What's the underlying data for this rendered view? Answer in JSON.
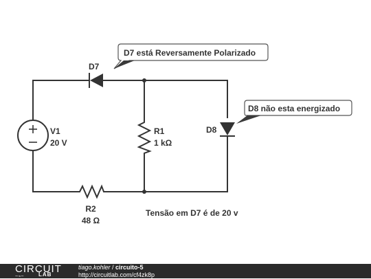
{
  "components": {
    "d7": {
      "name": "D7"
    },
    "d8": {
      "name": "D8"
    },
    "v1": {
      "name": "V1",
      "value": "20 V"
    },
    "r1": {
      "name": "R1",
      "value": "1 kΩ"
    },
    "r2": {
      "name": "R2",
      "value": "48 Ω"
    }
  },
  "callouts": {
    "d7": "D7 está Reversamente Polarizado",
    "d8": "D8 não esta energizado"
  },
  "note": "Tensão em D7 é de 20 v",
  "footer": {
    "logo_top": "CIRCUIT",
    "logo_bottom": "LAB",
    "user": "tiago.kohler",
    "separator": " / ",
    "title": "circuito-5",
    "url": "http://circuitlab.com/cf4zk8p"
  }
}
